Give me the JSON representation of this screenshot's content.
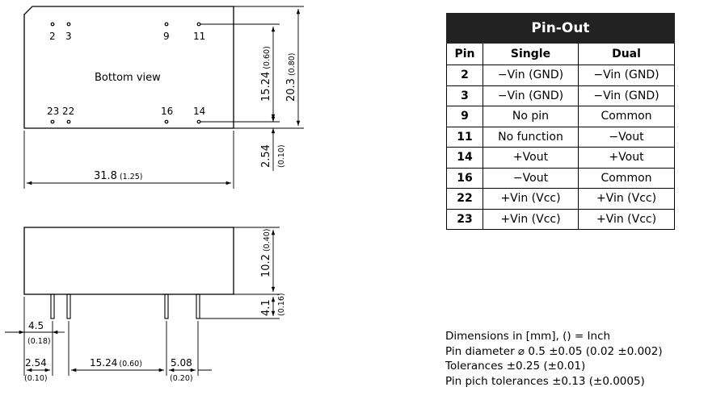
{
  "bottom_view": {
    "label": "Bottom view",
    "pins_top": [
      "2",
      "3",
      "9",
      "11"
    ],
    "pins_bottom": [
      "23",
      "22",
      "16",
      "14"
    ]
  },
  "dimensions": {
    "length": "31.8",
    "length_inch": "(1.25)",
    "pin_row_spacing": "15.24",
    "pin_row_spacing_inch": "(0.60)",
    "width": "20.3",
    "width_inch": "(0.80)",
    "edge_offset": "2.54",
    "edge_offset_inch": "(0.10)",
    "height": "10.2",
    "height_inch": "(0.40)",
    "pin_length": "4.1",
    "pin_length_inch": "(0.16)",
    "end_offset": "4.5",
    "end_offset_inch": "(0.18)",
    "first_pin": "2.54",
    "first_pin_inch": "(0.10)",
    "pin_span": "15.24",
    "pin_span_inch": "(0.60)",
    "pin_pitch": "5.08",
    "pin_pitch_inch": "(0.20)"
  },
  "pinout": {
    "title": "Pin-Out",
    "headers": [
      "Pin",
      "Single",
      "Dual"
    ],
    "rows": [
      {
        "pin": "2",
        "single": "−Vin (GND)",
        "dual": "−Vin (GND)"
      },
      {
        "pin": "3",
        "single": "−Vin (GND)",
        "dual": "−Vin (GND)"
      },
      {
        "pin": "9",
        "single": "No pin",
        "dual": "Common"
      },
      {
        "pin": "11",
        "single": "No function",
        "dual": "−Vout"
      },
      {
        "pin": "14",
        "single": "+Vout",
        "dual": "+Vout"
      },
      {
        "pin": "16",
        "single": "−Vout",
        "dual": "Common"
      },
      {
        "pin": "22",
        "single": "+Vin (Vcc)",
        "dual": "+Vin (Vcc)"
      },
      {
        "pin": "23",
        "single": "+Vin (Vcc)",
        "dual": "+Vin (Vcc)"
      }
    ]
  },
  "notes": [
    "Dimensions in [mm], () = Inch",
    "Pin diameter ⌀ 0.5 ±0.05  (0.02 ±0.002)",
    "Tolerances  ±0.25 (±0.01)",
    "Pin pich tolerances ±0.13 (±0.0005)"
  ]
}
